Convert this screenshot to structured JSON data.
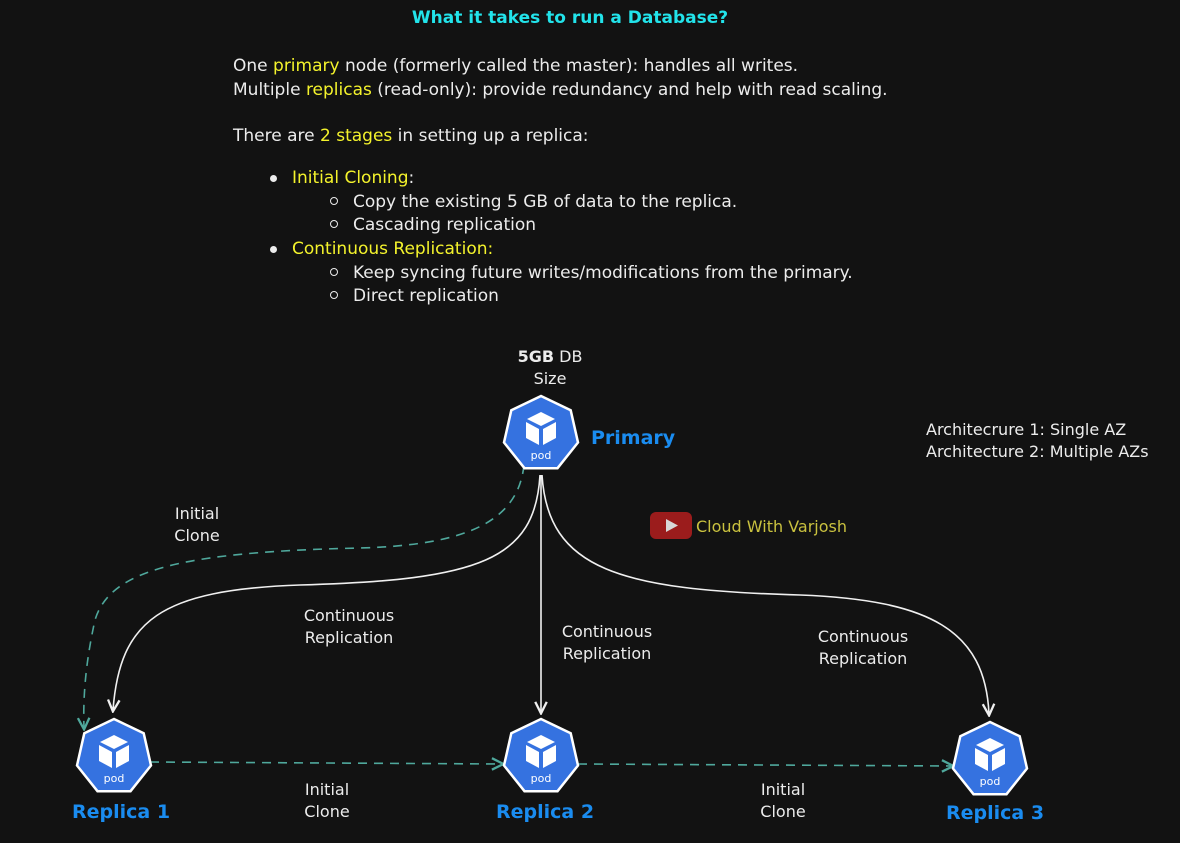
{
  "title": "What it takes to run a Database?",
  "intro": {
    "line1_pre": "One ",
    "line1_hl": "primary",
    "line1_post": " node (formerly called the master): handles all writes.",
    "line2_pre": "Multiple ",
    "line2_hl": "replicas",
    "line2_post": " (read-only): provide redundancy and help with read scaling.",
    "line3_pre": "There are ",
    "line3_hl": "2 stages",
    "line3_post": " in setting up a replica:"
  },
  "stages": [
    {
      "name": "Initial Cloning",
      "suffix": ":",
      "items": [
        " Copy the existing 5 GB of data to the replica.",
        "Cascading replication"
      ]
    },
    {
      "name": "Continuous Replication:",
      "suffix": "",
      "items": [
        "Keep syncing future writes/modifications from the primary.",
        "Direct replication"
      ]
    }
  ],
  "db_size": {
    "bold": "5GB",
    "rest": " DB",
    "line2": "Size"
  },
  "nodes": {
    "primary": {
      "name": "Primary",
      "icon_label": "pod"
    },
    "replica1": {
      "name": "Replica 1",
      "icon_label": "pod"
    },
    "replica2": {
      "name": "Replica 2",
      "icon_label": "pod"
    },
    "replica3": {
      "name": "Replica 3",
      "icon_label": "pod"
    }
  },
  "edge_labels": {
    "initial_clone_line1": "Initial",
    "initial_clone_line2": "Clone",
    "continuous_line1": "Continuous",
    "continuous_line2": "Replication"
  },
  "architectures": [
    "Architecrure 1: Single AZ",
    "Architecture 2: Multiple AZs"
  ],
  "watermark": {
    "text": "Cloud With Varjosh",
    "icon": "youtube-play-icon"
  },
  "colors": {
    "background": "#121212",
    "title": "#22e3ea",
    "highlight": "#f4f32c",
    "node_blue": "#1a8cf0",
    "pod_fill": "#3572e0",
    "dashed_arrow": "#4fa89c",
    "solid_arrow": "#f0f0f0",
    "watermark_text": "#c9c13f",
    "youtube_red": "#9b1c1c"
  }
}
